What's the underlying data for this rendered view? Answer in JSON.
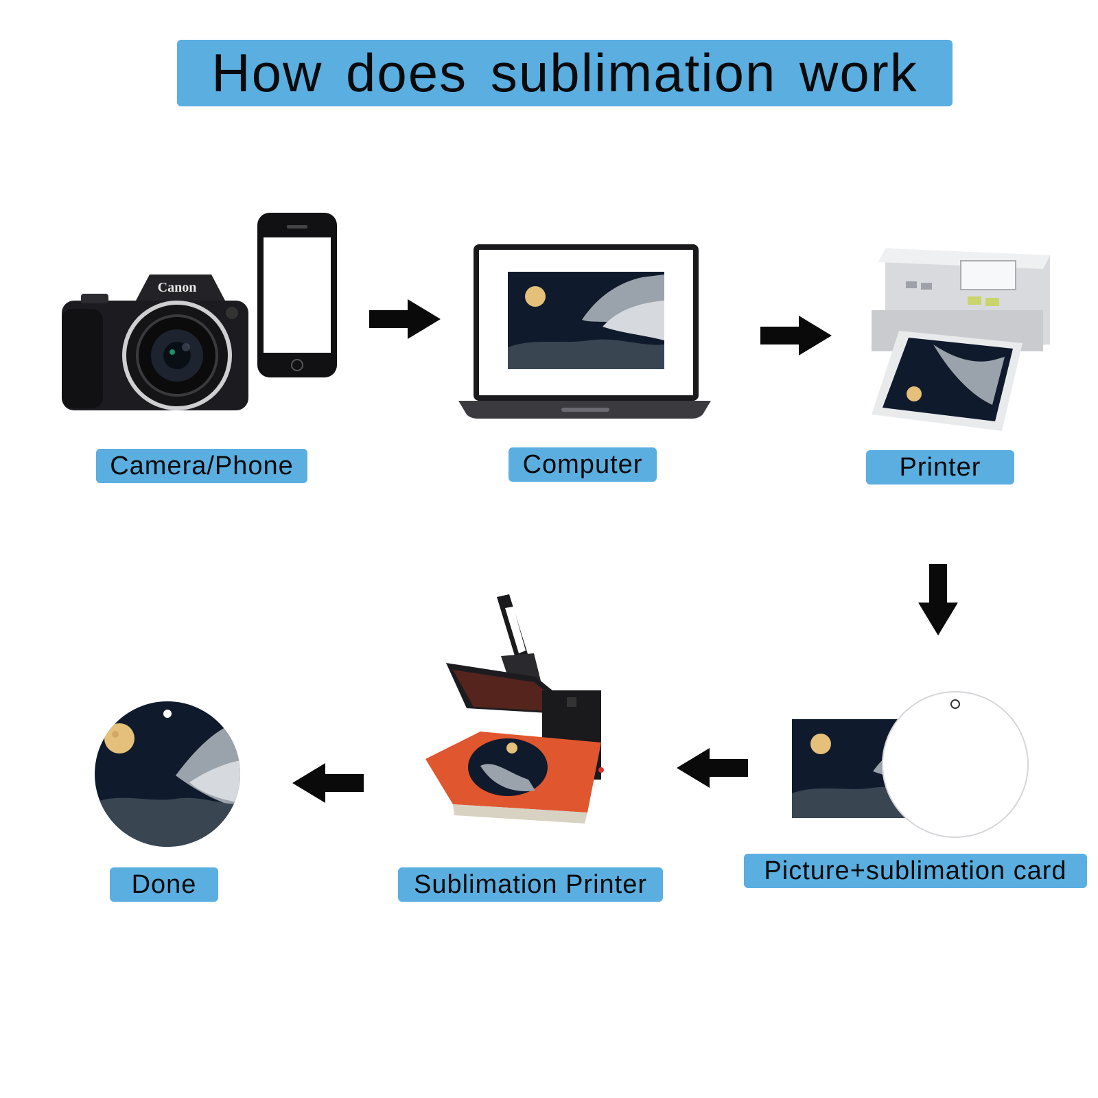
{
  "title": "How does sublimation work",
  "steps": [
    {
      "label": "Camera/Phone",
      "icon": "camera-phone-icon"
    },
    {
      "label": "Computer",
      "icon": "laptop-icon"
    },
    {
      "label": "Printer",
      "icon": "photo-printer-icon"
    },
    {
      "label": "Picture+sublimation card",
      "icon": "sublimation-card-icon"
    },
    {
      "label": "Sublimation Printer",
      "icon": "heat-press-icon"
    },
    {
      "label": "Done",
      "icon": "finished-round-card-icon"
    }
  ],
  "camera_brand": "Canon",
  "colors": {
    "label_bg": "#5aaee0",
    "arrow": "#0a0a0a",
    "night_sky": "#0f1a2c",
    "press_plate": "#e0562e"
  }
}
